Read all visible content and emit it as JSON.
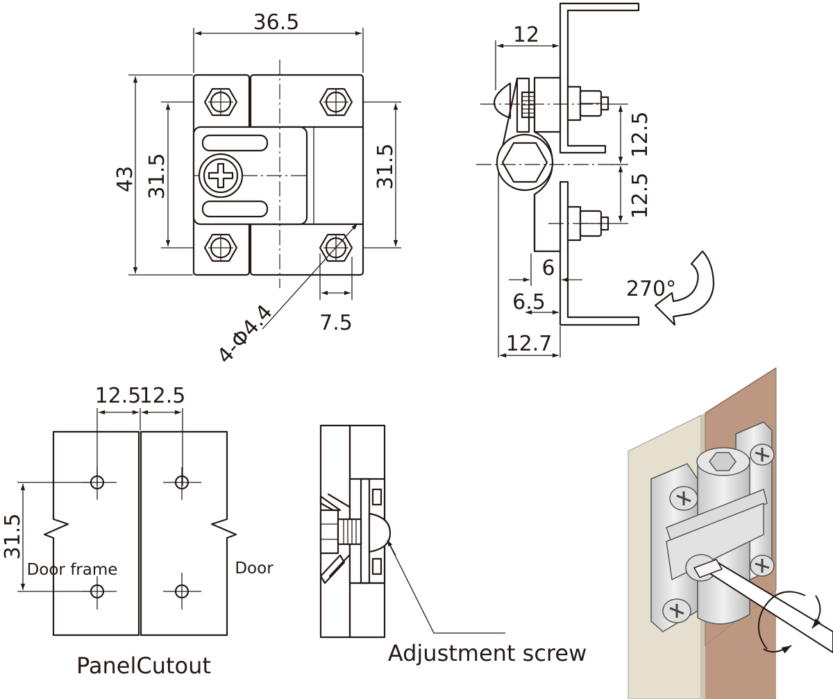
{
  "front_view": {
    "dim_width": "36.5",
    "dim_height": "43",
    "dim_hole_pitch_left": "31.5",
    "dim_hole_pitch_right": "31.5",
    "dim_hole_offset": "7.5",
    "dim_holes": "4-Φ4.4"
  },
  "side_view": {
    "dim_depth": "12",
    "dim_upper_offset": "12.5",
    "dim_lower_offset": "12.5",
    "dim_a": "6",
    "dim_b": "6.5",
    "dim_total": "12.7",
    "rotation_label": "270°"
  },
  "panel_cutout": {
    "dim_left": "12.5",
    "dim_right": "12.5",
    "dim_vertical": "31.5",
    "label_frame": "Door frame",
    "label_door": "Door",
    "caption": "PanelCutout"
  },
  "section_view": {
    "callout": "Adjustment screw"
  },
  "colors": {
    "line": "#231815",
    "frame_panel": "#e4dfcf",
    "door_panel": "#bc9882",
    "metal": "#d8d8d8"
  }
}
